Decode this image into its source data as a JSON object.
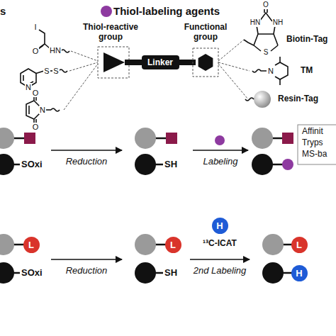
{
  "diagram": {
    "nodes": [
      {
        "text": [
          "Linker"
        ]
      },
      {
        "text": [
          "L"
        ]
      },
      {
        "text": [
          "L"
        ]
      },
      {
        "text": [
          "H"
        ]
      },
      {
        "text": [
          "L"
        ]
      },
      {
        "text": [
          "H"
        ]
      }
    ],
    "labels": [
      "s",
      "Thiol-labeling agents",
      "Thiol-reactive group",
      "Functional group",
      "I",
      "O",
      "HN",
      "N",
      "S",
      "S",
      "O",
      "N",
      "O",
      "O",
      "HN",
      "NH",
      "S",
      "N",
      "Biotin-Tag",
      "TM",
      "Resin-Tag",
      "SOxi",
      "Reduction",
      "SH",
      "Labeling",
      "Affinit",
      "Tryps",
      "MS-ba",
      "SOxi",
      "Reduction",
      "SH",
      "¹³C-ICAT",
      "2nd Labeling"
    ]
  }
}
